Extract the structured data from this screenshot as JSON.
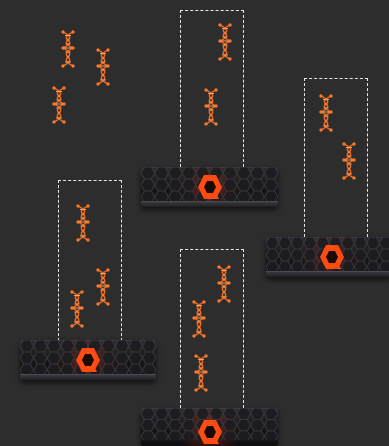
{
  "scene": {
    "background": "#2d2d2d",
    "accent": "#f26a1b",
    "logo_color": "#ff4a12",
    "columns": [
      {
        "name": "column-top-center",
        "helices": 2
      },
      {
        "name": "column-right",
        "helices": 2
      },
      {
        "name": "column-left",
        "helices": 3
      },
      {
        "name": "column-bottom-center",
        "helices": 3
      }
    ],
    "modules": [
      "storage-module-top-center",
      "storage-module-right",
      "storage-module-left",
      "storage-module-bottom-center"
    ],
    "icons": [
      "dna-helix-icon",
      "pure-logo-icon"
    ]
  }
}
